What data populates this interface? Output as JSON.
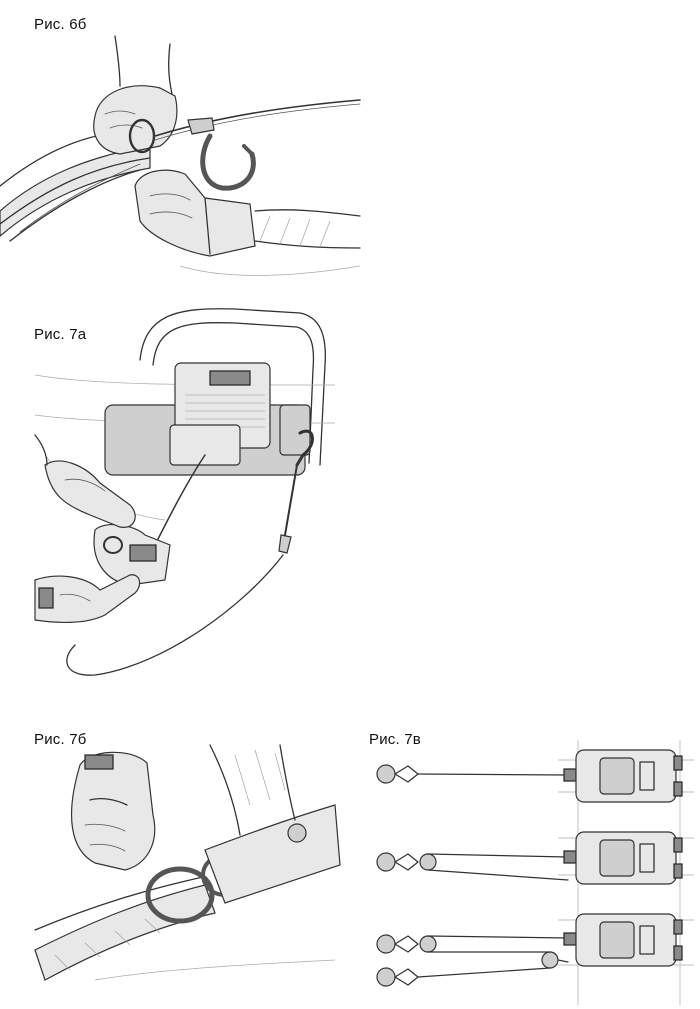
{
  "figures": {
    "fig6b": {
      "caption": "Рис. 6б"
    },
    "fig7a": {
      "caption": "Рис. 7а"
    },
    "fig7b": {
      "caption": "Рис. 7б"
    },
    "fig7v": {
      "caption": "Рис. 7в"
    }
  }
}
